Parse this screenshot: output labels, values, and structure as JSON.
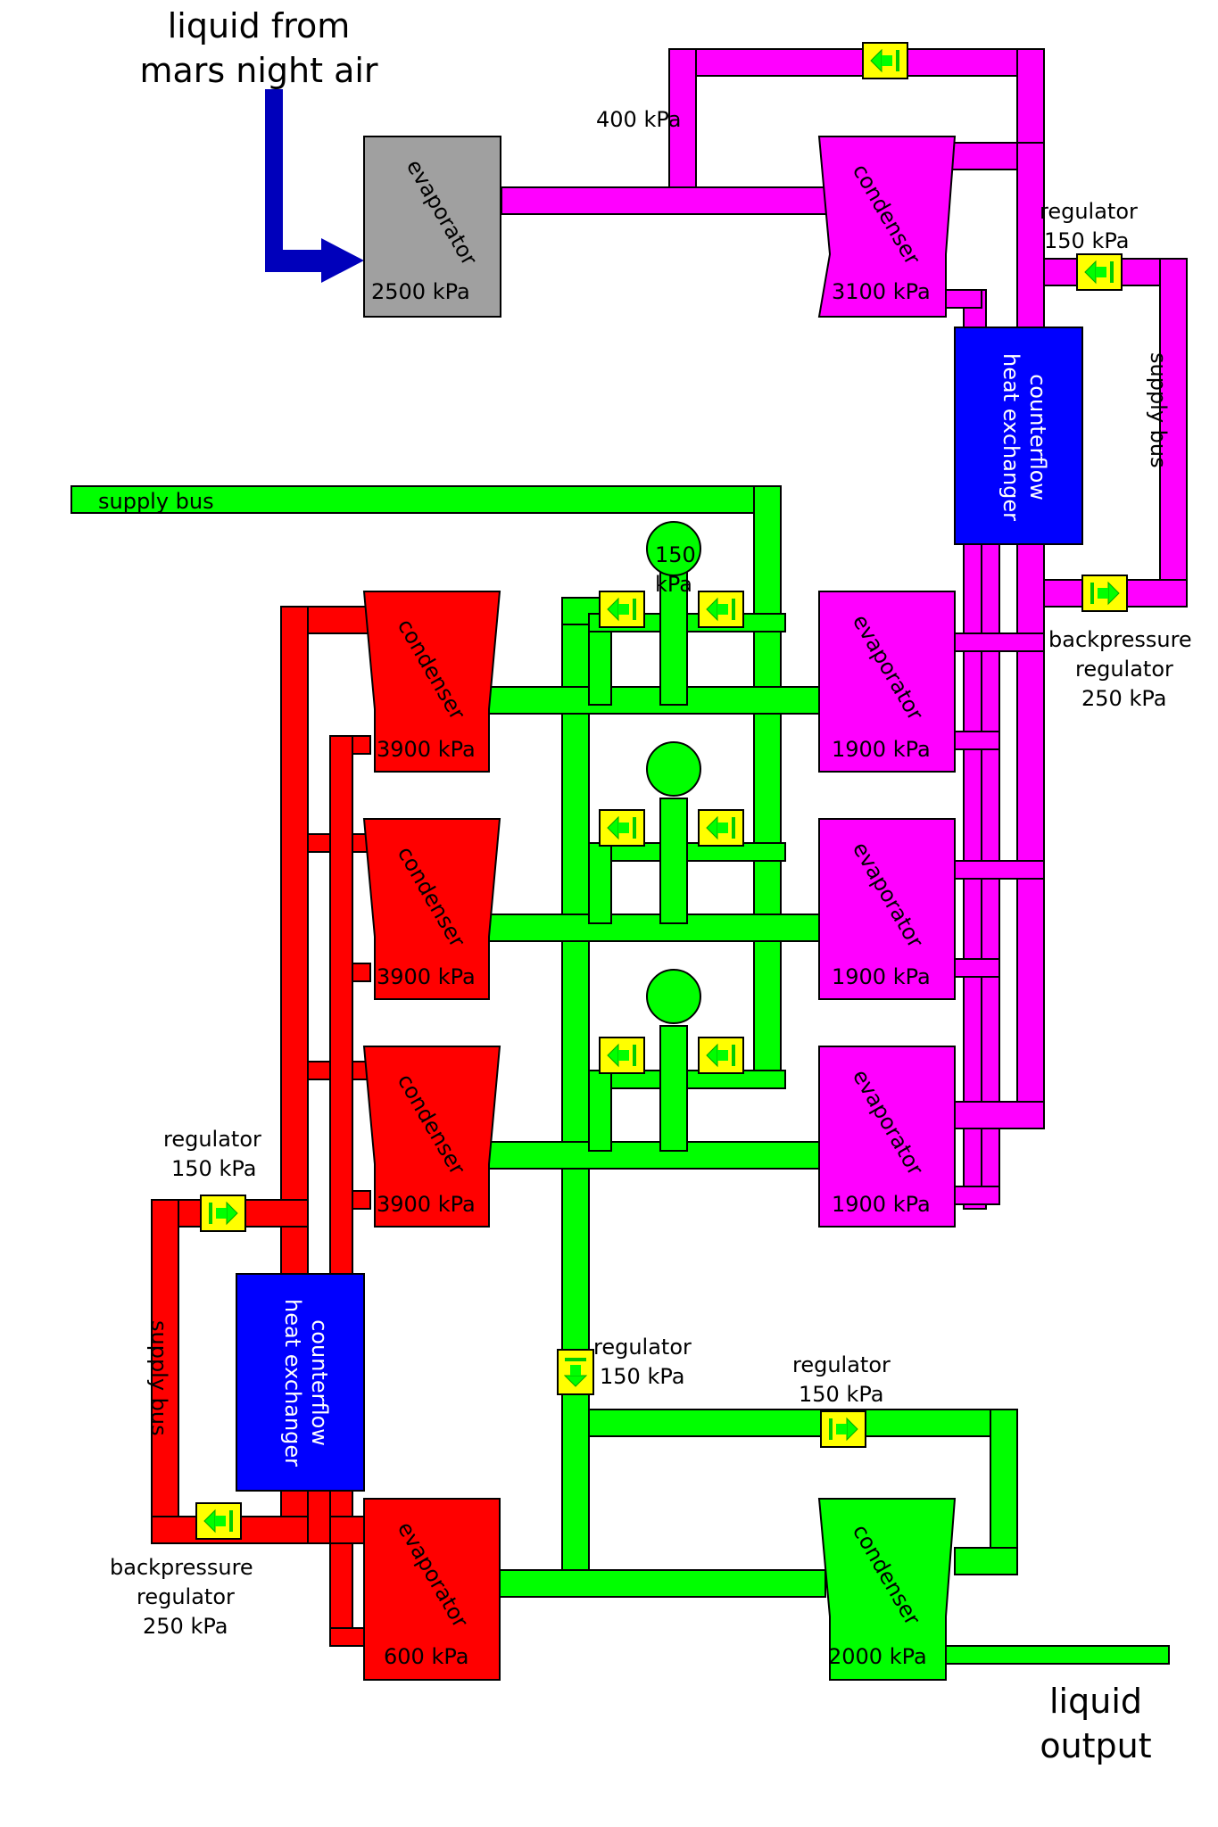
{
  "colors": {
    "magenta": "#ff00ff",
    "red": "#ff0000",
    "green": "#00ff00",
    "gray": "#a0a0a0",
    "blue": "#0000ff",
    "dark_blue": "#0000bb",
    "valve": "#ffff00"
  },
  "labels": {
    "mars_line1": "liquid from",
    "mars_line2": "mars night air",
    "output_line1": "liquid",
    "output_line2": "output",
    "pressure_400": "400 kPa",
    "supply_bus": "supply bus",
    "pressure_150_line1": "150",
    "pressure_150_line2": "kPa"
  },
  "components": {
    "gray_evaporator": {
      "name": "evaporator",
      "pressure": "2500 kPa"
    },
    "magenta_condenser": {
      "name": "condenser",
      "pressure": "3100 kPa"
    },
    "magenta_evaporators": [
      {
        "name": "evaporator",
        "pressure": "1900 kPa"
      },
      {
        "name": "evaporator",
        "pressure": "1900 kPa"
      },
      {
        "name": "evaporator",
        "pressure": "1900 kPa"
      }
    ],
    "red_condensers": [
      {
        "name": "condenser",
        "pressure": "3900 kPa"
      },
      {
        "name": "condenser",
        "pressure": "3900 kPa"
      },
      {
        "name": "condenser",
        "pressure": "3900 kPa"
      }
    ],
    "red_evaporator": {
      "name": "evaporator",
      "pressure": "600 kPa"
    },
    "green_condenser": {
      "name": "condenser",
      "pressure": "2000 kPa"
    },
    "heat_exchanger": {
      "line1": "counterflow",
      "line2": "heat exchanger"
    }
  },
  "regulators": {
    "top_right": {
      "line1": "regulator",
      "line2": "150 kPa"
    },
    "right_backpressure": {
      "line1": "backpressure",
      "line2": "regulator",
      "line3": "250 kPa"
    },
    "left": {
      "line1": "regulator",
      "line2": "150 kPa"
    },
    "left_backpressure": {
      "line1": "backpressure",
      "line2": "regulator",
      "line3": "250 kPa"
    },
    "green_vertical": {
      "line1": "regulator",
      "line2": "150 kPa"
    },
    "green_horizontal": {
      "line1": "regulator",
      "line2": "150 kPa"
    }
  }
}
